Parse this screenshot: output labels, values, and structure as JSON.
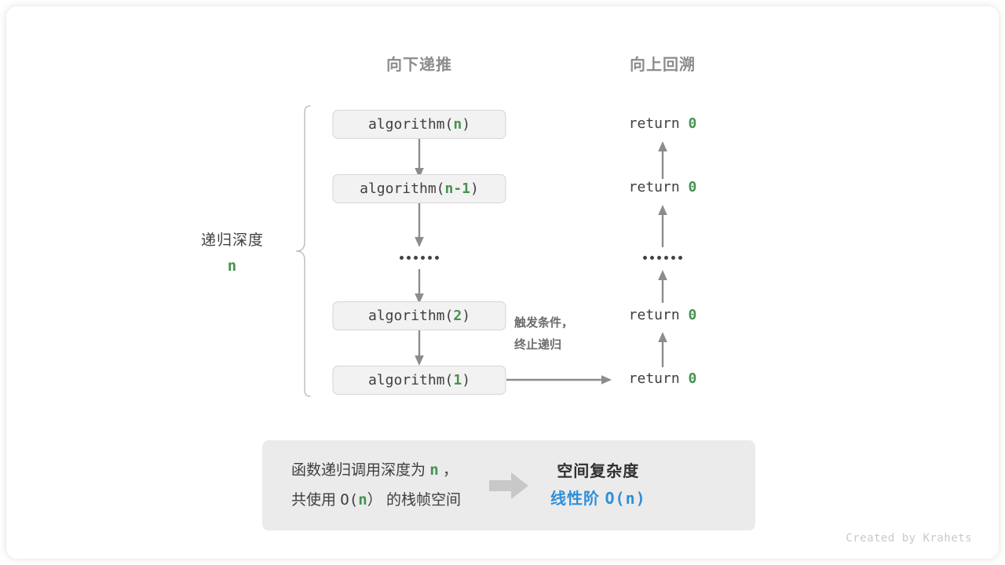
{
  "diagram": {
    "title_left": "向下递推",
    "title_right": "向上回溯",
    "depth_label": "递归深度",
    "depth_value": "n",
    "ellipsis": "••••••",
    "trigger_note_line1": "触发条件，",
    "trigger_note_line2": "终止递归",
    "call_stack": [
      {
        "prefix": "algorithm(",
        "arg": "n",
        "suffix": ")"
      },
      {
        "prefix": "algorithm(",
        "arg": "n-1",
        "suffix": ")"
      },
      {
        "prefix": "algorithm(",
        "arg": "2",
        "suffix": ")"
      },
      {
        "prefix": "algorithm(",
        "arg": "1",
        "suffix": ")"
      }
    ],
    "returns": [
      {
        "keyword": "return",
        "value": "0"
      },
      {
        "keyword": "return",
        "value": "0"
      },
      {
        "keyword": "return",
        "value": "0"
      },
      {
        "keyword": "return",
        "value": "0"
      }
    ]
  },
  "summary": {
    "left_line1_a": "函数递归调用深度为",
    "left_line1_n": "n",
    "left_line1_b": "，",
    "left_line2_a": "共使用",
    "left_line2_o": "O(",
    "left_line2_n": "n",
    "left_line2_c": "）",
    "left_line2_b": "的栈帧空间",
    "right_title": "空间复杂度",
    "right_order": "线性阶",
    "right_value": "O(n)"
  },
  "credit": "Created by Krahets",
  "colors": {
    "green": "#47924f",
    "blue": "#2f8fd8",
    "gray_text": "#3f3f3f",
    "header_gray": "#8c8c8c",
    "box_fill": "#f2f2f2",
    "panel_fill": "#ebebeb"
  }
}
